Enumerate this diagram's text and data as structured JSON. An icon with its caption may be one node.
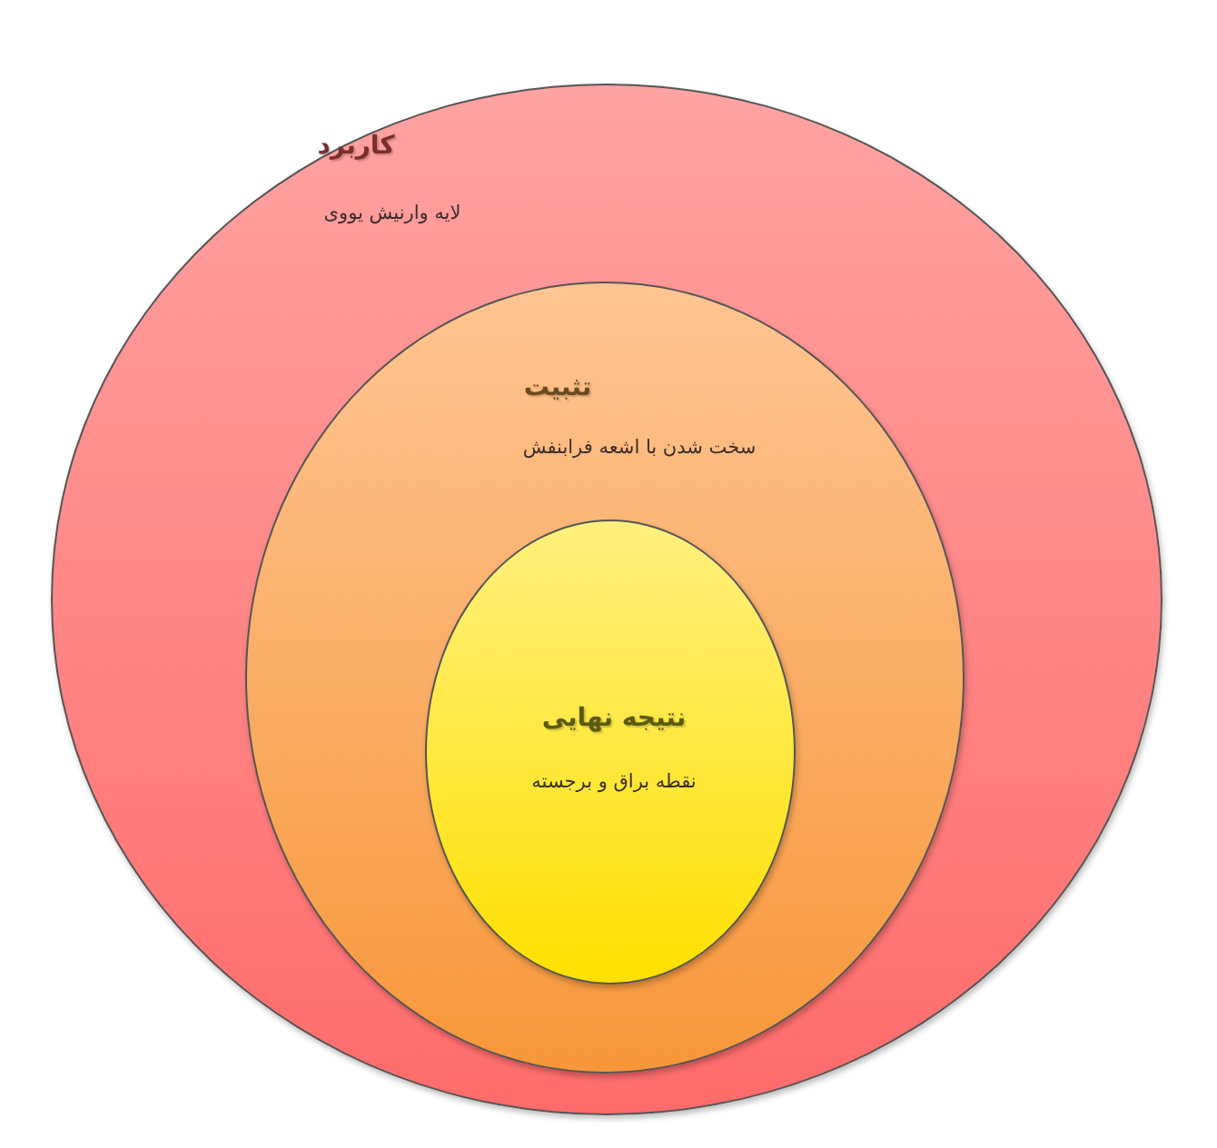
{
  "diagram": {
    "nodes": [
      {
        "text": [
          "کاربرد",
          "لایه وارنیش یووی"
        ]
      },
      {
        "text": [
          "تثبیت",
          "سخت شدن با اشعه فرابنفش"
        ],
        "in": 0
      },
      {
        "text": [
          "نتیجه نهایی",
          "نقطه براق و برجسته"
        ],
        "in": 1
      }
    ]
  }
}
